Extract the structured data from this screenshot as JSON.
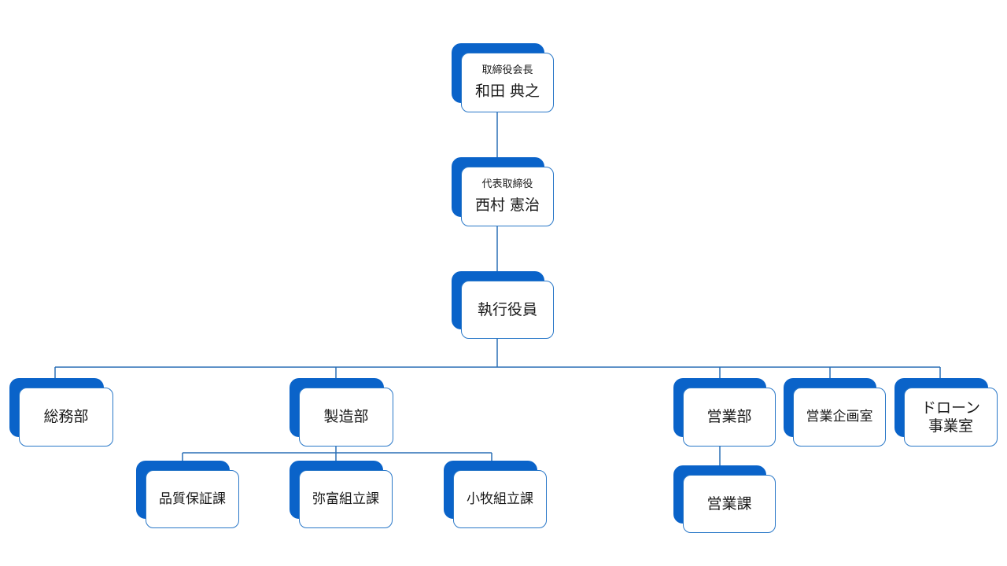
{
  "org_chart": {
    "chairman": {
      "role": "取締役会長",
      "name": "和田 典之"
    },
    "president": {
      "role": "代表取締役",
      "name": "西村 憲治"
    },
    "executives": {
      "label": "執行役員"
    },
    "departments": {
      "general_affairs": "総務部",
      "manufacturing": "製造部",
      "sales": "営業部",
      "sales_planning": "営業企画室",
      "drone": "ドローン\n事業室"
    },
    "sections": {
      "quality_assurance": "品質保証課",
      "yatomi_assembly": "弥富組立課",
      "komaki_assembly": "小牧組立課",
      "sales_section": "営業課"
    }
  },
  "colors": {
    "accent": "#0a63c9",
    "border": "#2a78c8",
    "line": "#2a6fb5"
  }
}
